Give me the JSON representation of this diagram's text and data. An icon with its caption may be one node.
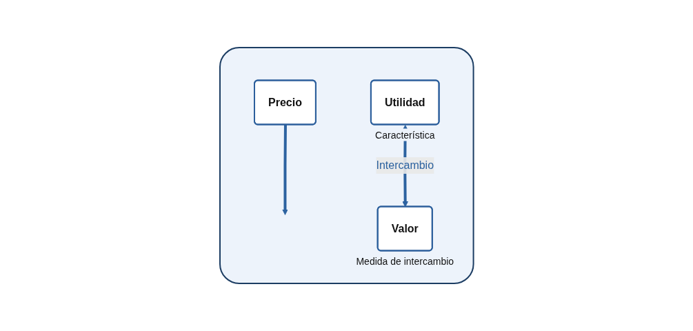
{
  "diagram": {
    "nodes": [
      {
        "text": [],
        "shape": "box"
      },
      {
        "text": [
          "Precio"
        ],
        "in": 0
      },
      {
        "text": [
          "Utilidad"
        ],
        "in": 0,
        "beside": [
          "Característica"
        ]
      },
      {
        "text": [
          "Valor"
        ],
        "in": 0,
        "beside": [
          "Medida de intercambio"
        ]
      }
    ],
    "edges": [
      {
        "from": 1,
        "to": null,
        "arrow": "to"
      },
      {
        "from": 2,
        "to": 3,
        "label": "Intercambio",
        "arrow": "both"
      }
    ]
  }
}
